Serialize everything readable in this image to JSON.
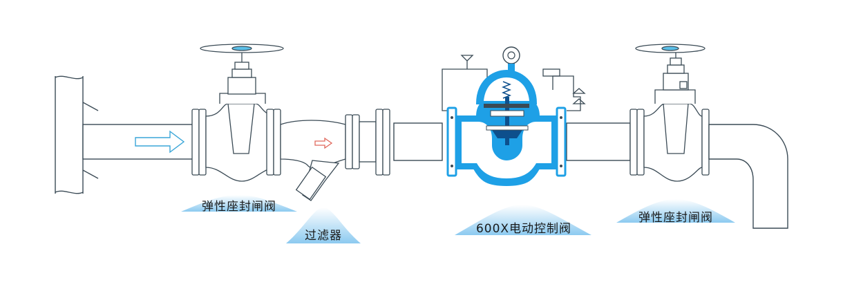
{
  "labels": {
    "gate_valve_left": "弹性座封闸阀",
    "filter": "过滤器",
    "control_valve": "600X电动控制阀",
    "gate_valve_right": "弹性座封闸阀"
  },
  "colors": {
    "outline": "#3a4a55",
    "accent_blue": "#1ea0e6",
    "accent_dark": "#0d4f8c",
    "pipe_fill": "#ffffff",
    "water_tint": "#5bbfe8",
    "flow_arrow_outline": "#3aa6d8",
    "filter_arrow": "#e0685c",
    "label_mount": "#9fd3f0"
  }
}
